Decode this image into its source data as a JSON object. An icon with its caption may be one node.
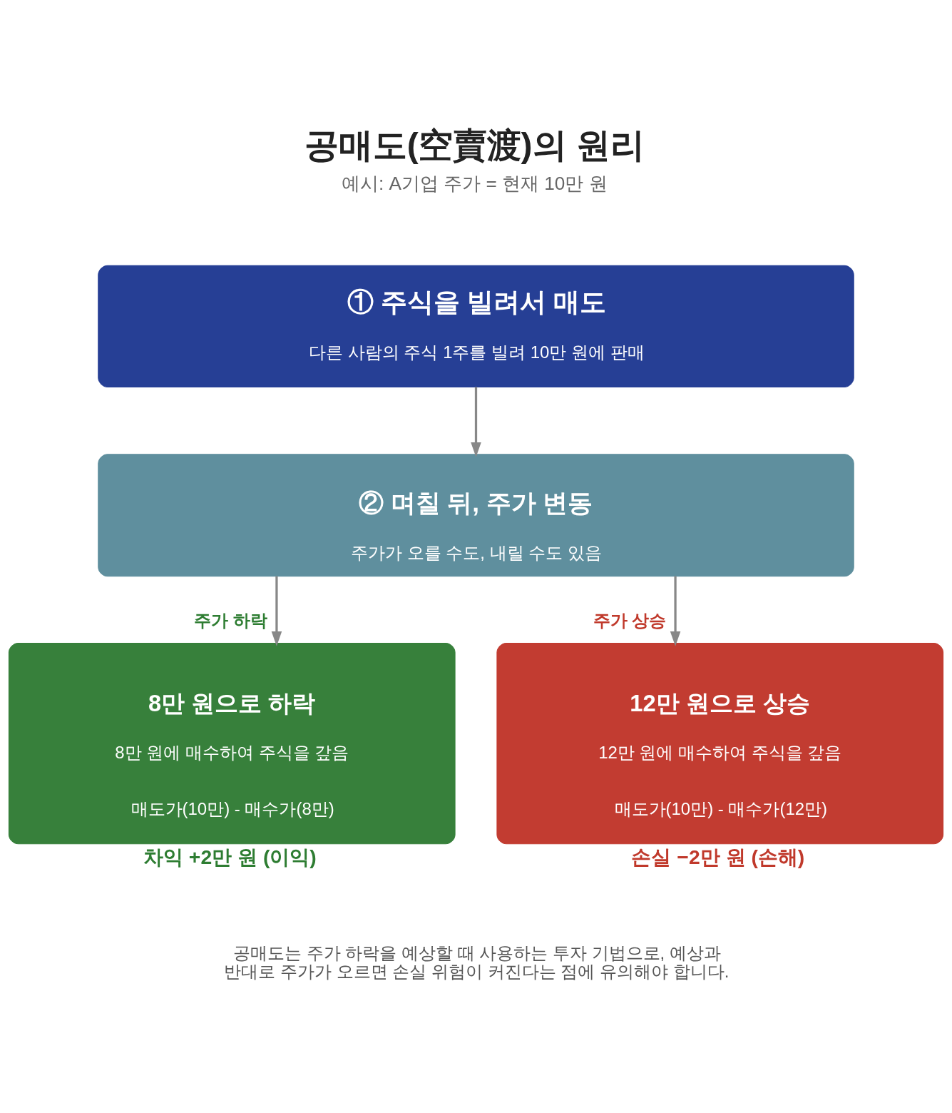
{
  "diagram": {
    "title": "공매도(空賣渡)의 원리",
    "caption": "공매도는 주가 하락을 예상할 때 사용하는 투자 기법으로, 예상과 반대로 주가가 오르면 손실 위험이 커진다는 점에 유의해야 합니다.",
    "nodes": [
      {
        "text": [
          "① 주식을 빌려서 매도",
          "다른 사람의 주식 1주를 빌려 10만 원에 판매"
        ]
      },
      {
        "text": [
          "② 며칠 뒤, 주가 변동",
          "주가가 오를 수도, 내릴 수도 있음"
        ]
      },
      {
        "text": [
          "8만 원으로 하락",
          "8만 원에 매수하여 주식을 갚음",
          "매도가(10만) - 매수가(8만)"
        ],
        "beside": [
          "차익 +2만 원 (이익)"
        ]
      },
      {
        "text": [
          "12만 원으로 상승",
          "12만 원에 매수하여 주식을 갚음",
          "매도가(10만) - 매수가(12만)"
        ],
        "beside": [
          "손실 −2만 원 (손해)"
        ]
      }
    ],
    "edges": [
      {
        "from": 0,
        "to": 1,
        "arrow": "to"
      },
      {
        "from": 1,
        "to": 2,
        "arrow": "to",
        "label": "주가 하락"
      },
      {
        "from": 1,
        "to": 3,
        "arrow": "to",
        "label": "주가 상승"
      }
    ],
    "labels": [
      "예시: A기업 주가 = 현재 10만 원"
    ]
  }
}
